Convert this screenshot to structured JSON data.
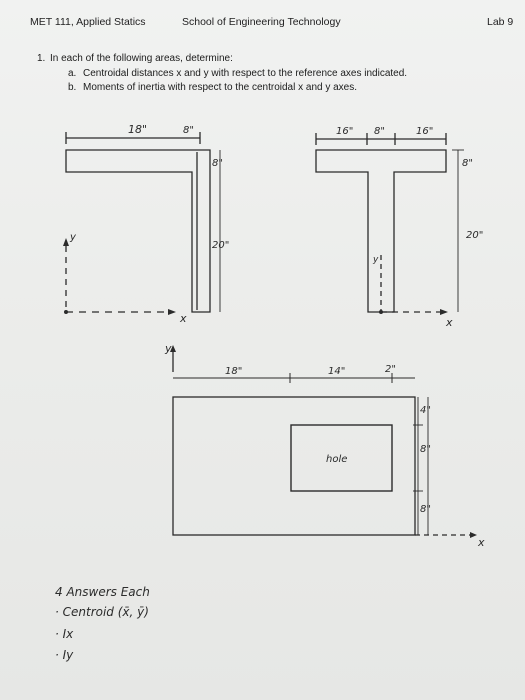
{
  "header": {
    "course": "MET 111, Applied Statics",
    "school": "School of Engineering Technology",
    "lab": "Lab 9"
  },
  "problem": {
    "number": "1.",
    "stem": "In each of the following areas, determine:",
    "a_label": "a.",
    "a_text": "Centroidal distances x and y with respect to the reference axes indicated.",
    "b_label": "b.",
    "b_text": "Moments of inertia with respect to the centroidal x and y axes."
  },
  "figure1": {
    "top_dim": "18\"",
    "flange_dim": "8\"",
    "web_dim": "20\"",
    "y_axis": "y",
    "x_axis": "x"
  },
  "figure2": {
    "left_dim": "16\"",
    "mid_dim": "8\"",
    "right_dim": "16\"",
    "flange_dim": "8\"",
    "height_dim": "20\"",
    "y_axis": "y",
    "x_axis": "x"
  },
  "figure3": {
    "y_axis": "y",
    "dim_18": "18\"",
    "dim_14": "14\"",
    "dim_2": "2\"",
    "dim_4": "4\"",
    "dim_8a": "8\"",
    "dim_8b": "8\"",
    "hole_label": "hole",
    "x_axis": "x"
  },
  "notes": {
    "title": "4 Answers Each",
    "item1": "· Centroid (x̄, ȳ)",
    "item2": "· Ix",
    "item3": "· Iy"
  }
}
